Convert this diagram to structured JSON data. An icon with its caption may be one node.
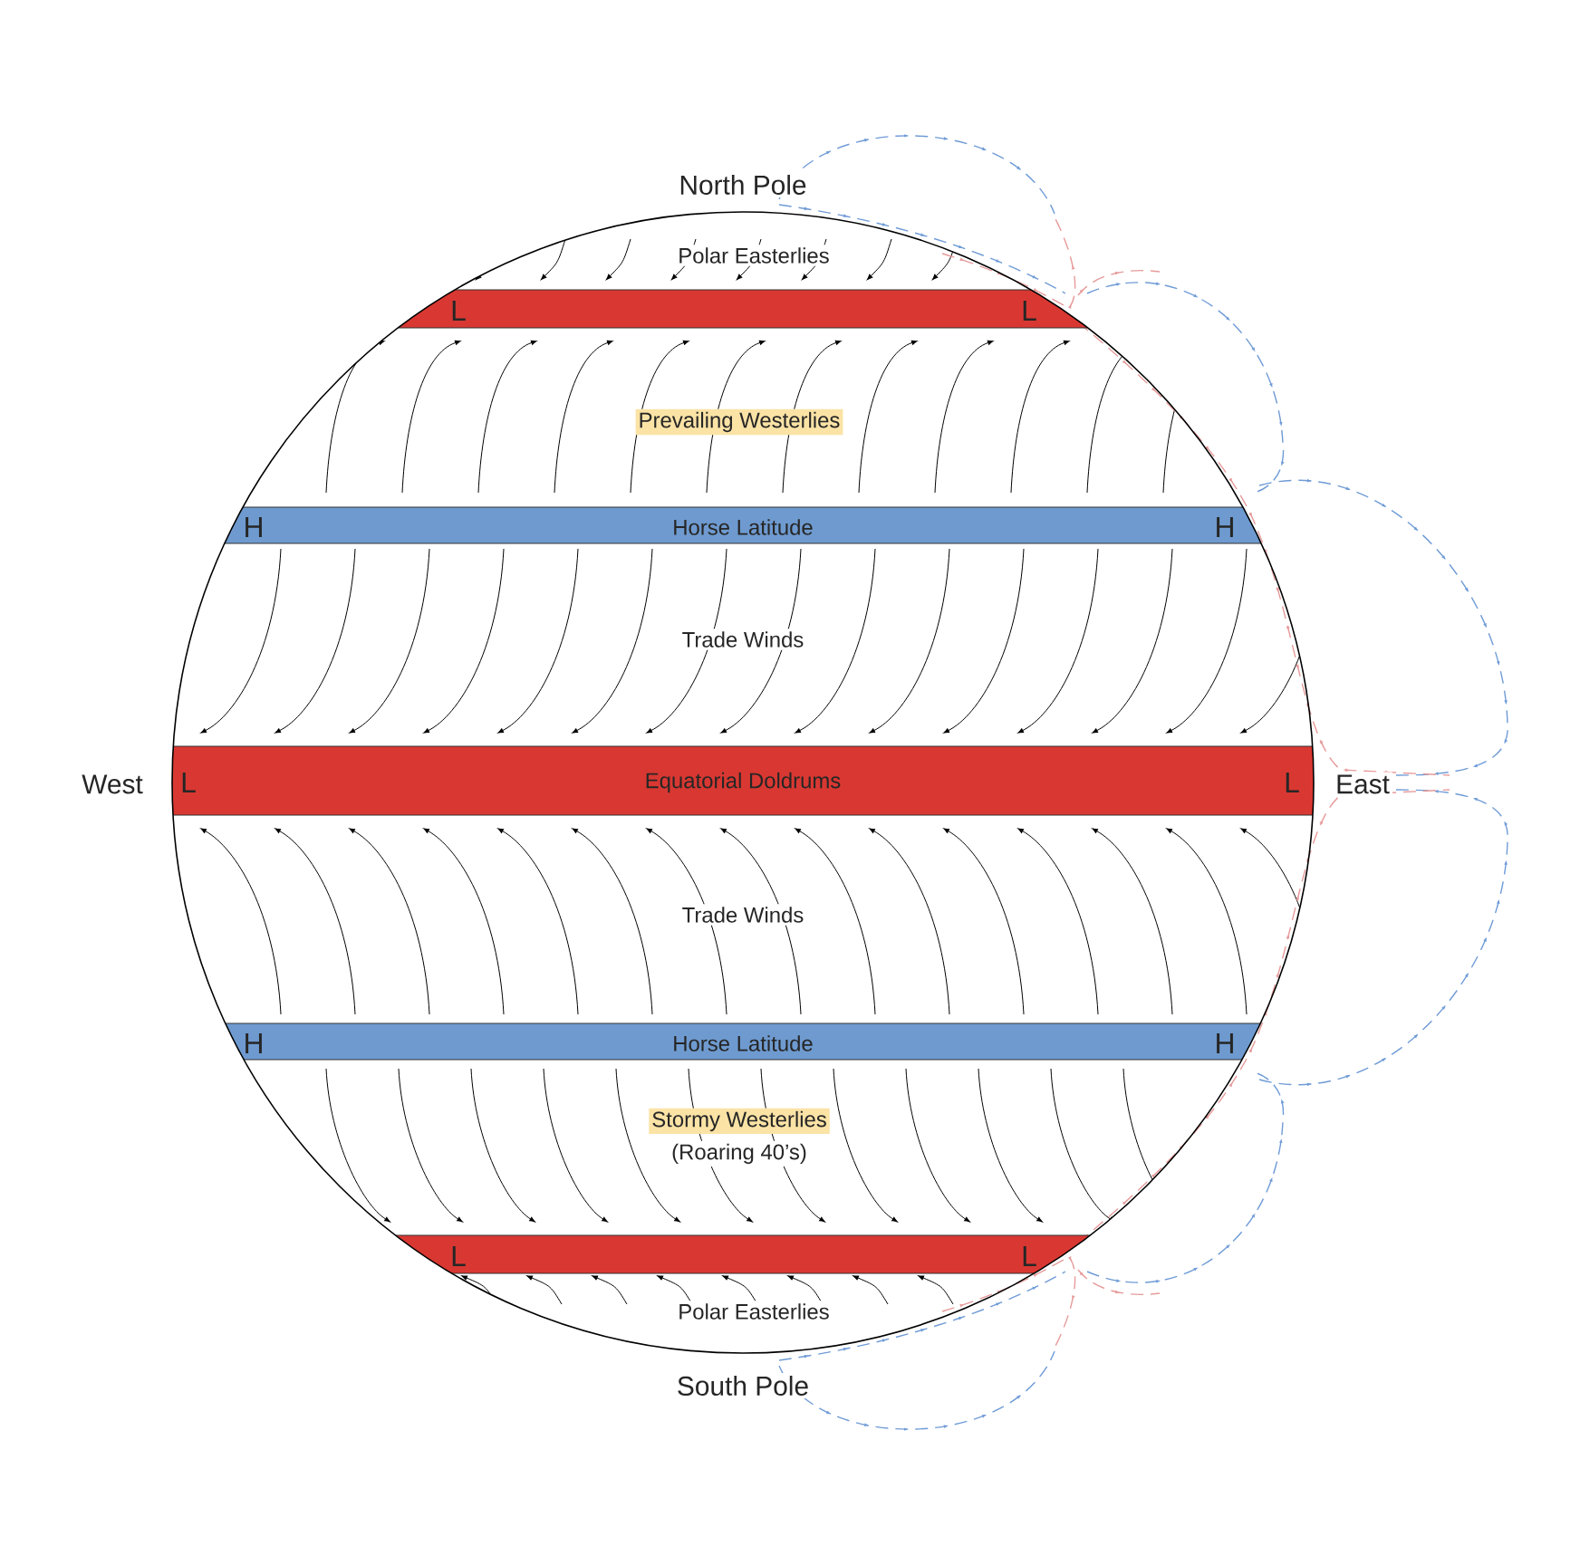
{
  "diagram": {
    "nodes": [
      {
        "text": [
          "L",
          "L"
        ]
      },
      {
        "text": [
          "H",
          "Horse Latitude",
          "H"
        ]
      },
      {
        "text": [
          "L",
          "Equatorial Doldrums",
          "L"
        ]
      },
      {
        "text": [
          "H",
          "Horse Latitude",
          "H"
        ]
      },
      {
        "text": [
          "L",
          "L"
        ]
      }
    ],
    "labels": [
      "North Pole",
      "Polar Easterlies",
      "Prevailing Westerlies",
      "Trade Winds",
      "West",
      "East",
      "Trade Winds",
      "Stormy Westerlies",
      "(Roaring 40’s)",
      "Polar Easterlies",
      "South Pole"
    ]
  }
}
